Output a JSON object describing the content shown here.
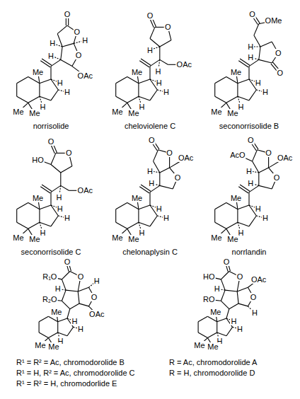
{
  "diagram": {
    "labels": [
      "Me",
      "H",
      "H",
      "H",
      "Me",
      "Me",
      "O",
      "O",
      "H",
      "O",
      "OAc",
      "H",
      "H",
      "norrisolide",
      "Me",
      "H",
      "H",
      "H",
      "Me",
      "Me",
      "O",
      "O",
      "H",
      "H",
      "OAc",
      "cheloviolene C",
      "Me",
      "H",
      "H",
      "H",
      "Me",
      "Me",
      "O",
      "OMe",
      "H",
      "O",
      "O",
      "H",
      "seconorrisolide B",
      "Me",
      "H",
      "H",
      "H",
      "Me",
      "Me",
      "HO",
      "O",
      "O",
      "H",
      "OAc",
      "seconorrisolide C",
      "Me",
      "H",
      "H",
      "H",
      "Me",
      "Me",
      "O",
      "O",
      "OAc",
      "O",
      "H",
      "H",
      "chelonaplysin C",
      "Me",
      "H",
      "H",
      "H",
      "Me",
      "Me",
      "AcO",
      "O",
      "O",
      "OAc",
      "O",
      "H",
      "H",
      "norrlandin",
      "Me",
      "H",
      "H",
      "H",
      "Me",
      "Me",
      "R₁O",
      "R₂O",
      "O",
      "O",
      "H",
      "O",
      "OAc",
      "H",
      "Me",
      "H",
      "H",
      "H",
      "Me",
      "Me",
      "HO",
      "RO",
      "O",
      "O",
      "OAc",
      "O",
      "H",
      "H",
      "R¹ = R² = Ac, chromodorolide B",
      "R¹ = H, R² = Ac, chromodorolide C",
      "R¹ = R² = H, chromodorlide E",
      "R = Ac, chromodorolide A",
      "R = H, chromodorolide D"
    ]
  }
}
